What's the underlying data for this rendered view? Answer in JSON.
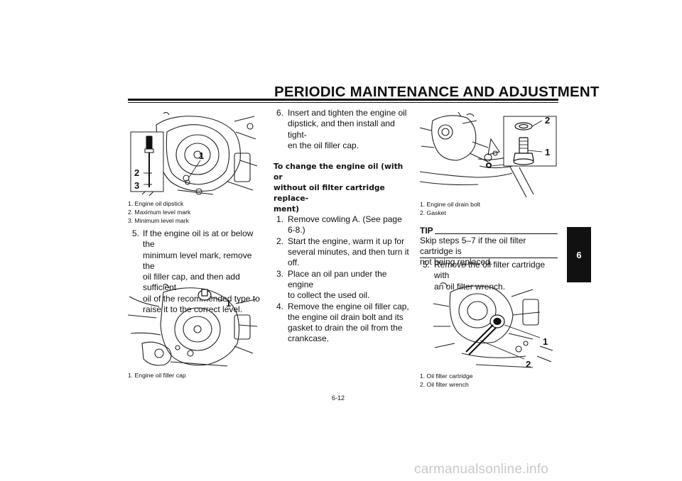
{
  "header": {
    "title": "PERIODIC MAINTENANCE AND ADJUSTMENT"
  },
  "chapter_tab": "6",
  "figure1": {
    "callouts": [
      "1",
      "2",
      "3"
    ],
    "captions": [
      "1. Engine oil dipstick",
      "2. Maximum level mark",
      "3. Minimum level mark"
    ]
  },
  "left_step5": {
    "num": "5.",
    "lines": [
      "If the engine oil is at or below the",
      "minimum level mark, remove the",
      "oil filler cap, and then add sufficient",
      "oil of the recommended type to",
      "raise it to the correct level."
    ]
  },
  "figure2": {
    "callouts": [
      "1"
    ],
    "captions": [
      "1. Engine oil filler cap"
    ]
  },
  "middle": {
    "step6": {
      "num": "6.",
      "lines": [
        "Insert and tighten the engine oil",
        "dipstick, and then install and tight-",
        "en the oil filler cap."
      ]
    },
    "heading_lines": [
      "To change the engine oil (with or",
      "without oil filter cartridge replace-",
      "ment)"
    ],
    "steps": [
      {
        "num": "1.",
        "lines": [
          "Remove cowling A. (See page",
          "6-8.)"
        ]
      },
      {
        "num": "2.",
        "lines": [
          "Start the engine, warm it up for",
          "several minutes, and then turn it",
          "off."
        ]
      },
      {
        "num": "3.",
        "lines": [
          "Place an oil pan under the engine",
          "to collect the used oil."
        ]
      },
      {
        "num": "4.",
        "lines": [
          "Remove the engine oil filler cap,",
          "the engine oil drain bolt and its",
          "gasket to drain the oil from the",
          "crankcase."
        ]
      }
    ]
  },
  "figure3": {
    "callouts": [
      "2",
      "1"
    ],
    "captions": [
      "1. Engine oil drain bolt",
      "2. Gasket"
    ]
  },
  "tip": {
    "label": "TIP",
    "lines": [
      "Skip steps 5–7 if the oil filter cartridge is",
      "not being replaced."
    ]
  },
  "right_step5": {
    "num": "5.",
    "lines": [
      "Remove the oil filter cartridge with",
      "an oil filter wrench."
    ]
  },
  "figure4": {
    "callouts": [
      "1",
      "2"
    ],
    "captions": [
      "1. Oil filter cartridge",
      "2. Oil filter wrench"
    ]
  },
  "page_number": "6-12",
  "watermark": "carmanualsonline.info"
}
